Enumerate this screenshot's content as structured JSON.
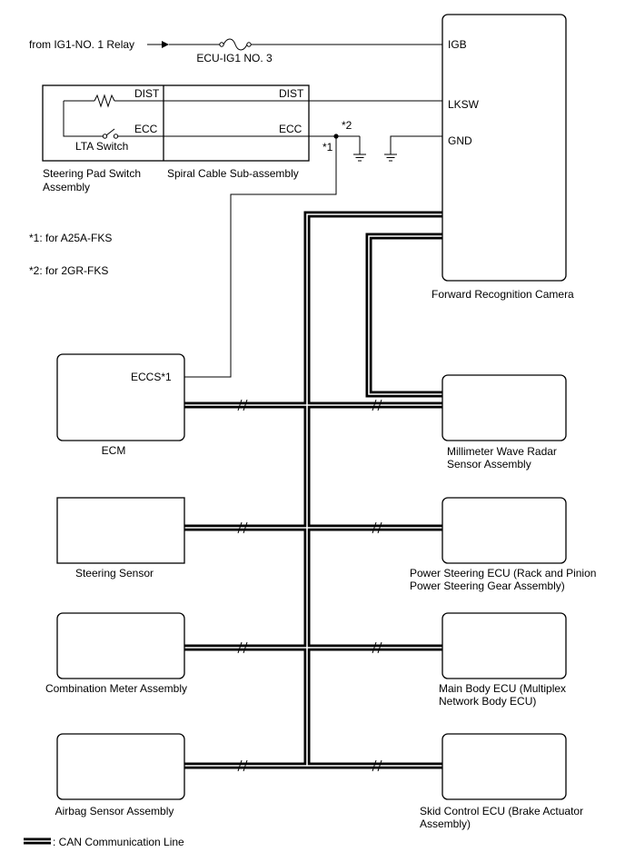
{
  "source": {
    "label": "from IG1-NO. 1 Relay",
    "fuse": "ECU-IG1 NO. 3"
  },
  "steering_pad": {
    "label_line1": "Steering Pad Switch",
    "label_line2": "Assembly",
    "dist": "DIST",
    "ecc": "ECC",
    "switch": "LTA Switch"
  },
  "spiral_cable": {
    "label": "Spiral Cable Sub-assembly",
    "dist": "DIST",
    "ecc": "ECC"
  },
  "markers": {
    "m1": "*1",
    "m2": "*2"
  },
  "notes": {
    "n1": "*1: for A25A-FKS",
    "n2": "*2: for 2GR-FKS"
  },
  "camera": {
    "label": "Forward Recognition Camera",
    "pin_igb": "IGB",
    "pin_lksw": "LKSW",
    "pin_gnd": "GND"
  },
  "ecm": {
    "label": "ECM",
    "pin": "ECCS*1"
  },
  "radar": {
    "line1": "Millimeter Wave Radar",
    "line2": "Sensor Assembly"
  },
  "steering_sensor": {
    "label": "Steering Sensor"
  },
  "power_steering": {
    "line1": "Power Steering ECU (Rack and Pinion",
    "line2": "Power Steering Gear Assembly)"
  },
  "combination_meter": {
    "label": "Combination Meter Assembly"
  },
  "main_body": {
    "line1": "Main Body ECU (Multiplex",
    "line2": "Network Body ECU)"
  },
  "airbag": {
    "label": "Airbag Sensor Assembly"
  },
  "skid": {
    "line1": "Skid Control ECU (Brake Actuator",
    "line2": "Assembly)"
  },
  "legend": {
    "label": ": CAN Communication Line"
  }
}
